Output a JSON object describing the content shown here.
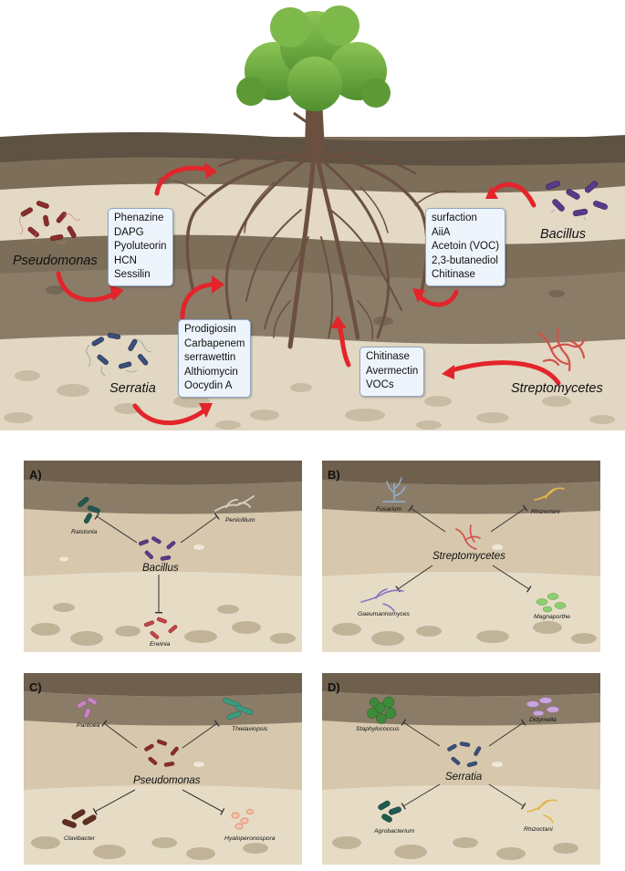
{
  "main": {
    "boxes": {
      "pseudomonas": [
        "Phenazine",
        "DAPG",
        "Pyoluteorin",
        "HCN",
        "Sessilin"
      ],
      "bacillus": [
        "surfaction",
        "AiiA",
        "Acetoin (VOC)",
        "2,3-butanediol",
        "Chitinase"
      ],
      "serratia": [
        "Prodigiosin",
        "Carbapenem",
        "serrawettin",
        "Althiomycin",
        "Oocydin A"
      ],
      "streptomycetes": [
        "Chitinase",
        "Avermectin",
        "VOCs"
      ]
    },
    "organisms": {
      "pseudomonas": "Pseudomonas",
      "bacillus": "Bacillus",
      "serratia": "Serratia",
      "streptomycetes": "Streptomycetes"
    }
  },
  "panels": {
    "a": {
      "label": "A)",
      "center": "Bacillus",
      "targets": [
        "Ralstonia",
        "Penicillium",
        "Erwinia"
      ]
    },
    "b": {
      "label": "B)",
      "center": "Streptomycetes",
      "targets": [
        "Fusarium",
        "Rhizoctani",
        "Gaeumannomyces",
        "Magnaporthe"
      ]
    },
    "c": {
      "label": "C)",
      "center": "Pseudomonas",
      "targets": [
        "Pantoea",
        "Thielaviopsis",
        "Clavibacter",
        "Hyaloperonospora"
      ]
    },
    "d": {
      "label": "D)",
      "center": "Serratia",
      "targets": [
        "Staphylococcus",
        "Didymella",
        "Agrobacterium",
        "Rhizoctani"
      ]
    }
  },
  "colors": {
    "arrow": "#e3242b",
    "soil_dark": "#786955",
    "soil_light": "#e2d8c4",
    "root": "#6b5040",
    "foliage": "#6fae3f",
    "box_fill": "#eef4fb"
  }
}
